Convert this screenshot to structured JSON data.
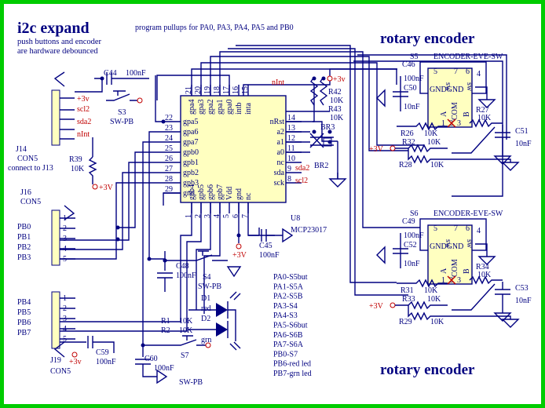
{
  "title": "i2c expand",
  "subtitle_lines": [
    "push buttons and encoder",
    "are hardware debounced"
  ],
  "note": "program pullups for PA0, PA3, PA4, PA5 and PB0",
  "encoder_heading": "rotary encoder",
  "ic": {
    "ref": "U8",
    "part": "MCP23017",
    "left_pins": [
      {
        "num": "22",
        "name": "gpa5"
      },
      {
        "num": "23",
        "name": "gpa6"
      },
      {
        "num": "24",
        "name": "gpa7"
      },
      {
        "num": "25",
        "name": "gpb0"
      },
      {
        "num": "26",
        "name": "gpb1"
      },
      {
        "num": "27",
        "name": "gpb2"
      },
      {
        "num": "28",
        "name": "gpb3"
      },
      {
        "num": "29",
        "name": "gnd"
      }
    ],
    "right_pins": [
      {
        "num": "14",
        "name": "nRst"
      },
      {
        "num": "13",
        "name": "a2"
      },
      {
        "num": "12",
        "name": "a1"
      },
      {
        "num": "11",
        "name": "a0"
      },
      {
        "num": "10",
        "name": "nc"
      },
      {
        "num": "9",
        "name": "sda"
      },
      {
        "num": "8",
        "name": "sck"
      }
    ],
    "top_pins": [
      {
        "num": "21",
        "name": "gpa4"
      },
      {
        "num": "20",
        "name": "gpa3"
      },
      {
        "num": "19",
        "name": "gpa2"
      },
      {
        "num": "18",
        "name": "gpa1"
      },
      {
        "num": "17",
        "name": "gpa0"
      },
      {
        "num": "16",
        "name": "intb"
      },
      {
        "num": "15",
        "name": "inta"
      }
    ],
    "bottom_pins": [
      {
        "num": "1",
        "name": "gpb4"
      },
      {
        "num": "2",
        "name": "gpb5"
      },
      {
        "num": "3",
        "name": "gpb6"
      },
      {
        "num": "4",
        "name": "gpb7"
      },
      {
        "num": "5",
        "name": "Vdd"
      },
      {
        "num": "6",
        "name": "gnd"
      },
      {
        "num": "7",
        "name": "nc"
      }
    ]
  },
  "net_labels": {
    "nint_top": "nInt",
    "sda2_ic": "sda2",
    "scl2_ic": "scl2",
    "scl2_conn": "scl2",
    "sda2_conn": "sda2",
    "nint_conn": "nInt"
  },
  "supply": {
    "p3v": "+3v",
    "p3V": "+3V"
  },
  "j14": {
    "ref": "J14",
    "part": "CON5",
    "note": "connect to J13"
  },
  "j16": {
    "ref": "J16",
    "part": "CON5",
    "labels": [
      "PB0",
      "PB1",
      "PB2",
      "PB3"
    ],
    "pins": [
      "1",
      "2",
      "3",
      "4",
      "5"
    ]
  },
  "j19": {
    "ref": "J19",
    "part": "CON5",
    "labels": [
      "PB4",
      "PB5",
      "PB6",
      "PB7"
    ],
    "pins": [
      "1",
      "2",
      "3",
      "4",
      "5"
    ]
  },
  "components": {
    "c44": {
      "ref": "C44",
      "value": "100nF"
    },
    "s3": {
      "ref": "S3",
      "part": "SW-PB"
    },
    "r39": {
      "ref": "R39",
      "value": "10K"
    },
    "r42": {
      "ref": "R42",
      "value": "10K"
    },
    "r43": {
      "ref": "R43",
      "value": "10K"
    },
    "br3": {
      "ref": "BR3"
    },
    "br2": {
      "ref": "BR2"
    },
    "c45": {
      "ref": "C45",
      "value": "100nF"
    },
    "c48": {
      "ref": "C48",
      "value": "100nF"
    },
    "s4": {
      "ref": "S4",
      "part": "SW-PB"
    },
    "d1": {
      "ref": "D1",
      "color": "red"
    },
    "d2": {
      "ref": "D2",
      "color": "grn"
    },
    "r1": {
      "ref": "R1",
      "value": "10K"
    },
    "r2": {
      "ref": "R2",
      "value": "10K"
    },
    "c59": {
      "ref": "C59",
      "value": "100nF"
    },
    "c60": {
      "ref": "C60",
      "value": "100nF"
    },
    "s7": {
      "ref": "S7",
      "part": "SW-PB"
    }
  },
  "pin_map": [
    "PA0-S5but",
    "PA1-S5A",
    "PA2-S5B",
    "PA3-S4",
    "PA4-S3",
    "PA5-S6but",
    "PA6-S6B",
    "PA7-S6A",
    "PB0-S7",
    "PB6-red led",
    "PB7-grn led"
  ],
  "enc1": {
    "ref": "S5",
    "part": "ENCODER-EVE-SW",
    "pins": [
      "5",
      "7",
      "4",
      "6",
      "1",
      "2",
      "3"
    ],
    "pin_names": [
      "sw",
      "GND",
      "GND",
      "sw",
      "A",
      "COM",
      "B"
    ],
    "c46": {
      "ref": "C46",
      "value": "100nF"
    },
    "c50": {
      "ref": "C50",
      "value": "10nF"
    },
    "r26": {
      "ref": "R26",
      "value": "10K"
    },
    "r27": {
      "ref": "R27",
      "value": "10K"
    },
    "c51": {
      "ref": "C51",
      "value": "10nF"
    },
    "r32": {
      "ref": "R32",
      "value": "10K"
    },
    "r28": {
      "ref": "R28",
      "value": "10K"
    }
  },
  "enc2": {
    "ref": "S6",
    "part": "ENCODER-EVE-SW",
    "pins": [
      "5",
      "7",
      "4",
      "6",
      "1",
      "2",
      "3"
    ],
    "pin_names": [
      "sw",
      "GND",
      "GND",
      "sw",
      "A",
      "COM",
      "B"
    ],
    "c49": {
      "ref": "C49",
      "value": "100nF"
    },
    "c52": {
      "ref": "C52",
      "value": "10nF"
    },
    "r31": {
      "ref": "R31",
      "value": "10K"
    },
    "r34": {
      "ref": "R34",
      "value": "10K"
    },
    "c53": {
      "ref": "C53",
      "value": "10nF"
    },
    "r33": {
      "ref": "R33",
      "value": "10K"
    },
    "r29": {
      "ref": "R29",
      "value": "10K"
    }
  },
  "colors": {
    "border": "#00cc00",
    "wire": "#000080",
    "power": "#c00000",
    "ic_fill": "#ffffc0"
  }
}
